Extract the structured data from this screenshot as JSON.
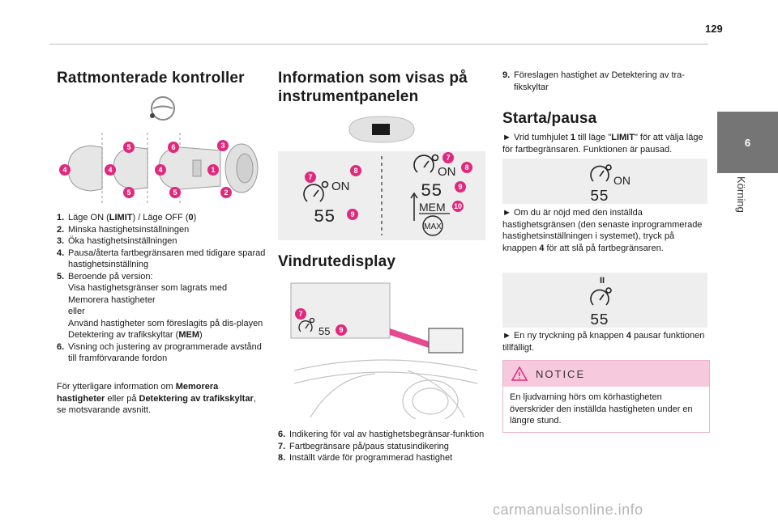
{
  "page": {
    "number": "129",
    "chapter_number": "6",
    "chapter_label": "Körning",
    "watermark": "carmanualsonline.info"
  },
  "col1": {
    "title": "Rattmonterade kontroller",
    "items": [
      {
        "num": "1.",
        "parts": [
          {
            "t": "Läge ON ("
          },
          {
            "t": "LIMIT",
            "b": true
          },
          {
            "t": ") / Läge OFF ("
          },
          {
            "t": "0",
            "b": true
          },
          {
            "t": ")"
          }
        ]
      },
      {
        "num": "2.",
        "parts": [
          {
            "t": "Minska hastighetsinställningen"
          }
        ]
      },
      {
        "num": "3.",
        "parts": [
          {
            "t": "Öka hastighetsinställningen"
          }
        ]
      },
      {
        "num": "4.",
        "parts": [
          {
            "t": "Pausa/återta fartbegränsaren med tidigare sparad hastighetsinställning"
          }
        ]
      },
      {
        "num": "5.",
        "parts": [
          {
            "t": "Beroende på version:"
          },
          {
            "br": true
          },
          {
            "t": "Visa hastighetsgränser som lagrats med Memorera hastigheter"
          },
          {
            "br": true
          },
          {
            "t": "eller"
          },
          {
            "br": true
          },
          {
            "t": "Använd hastigheter som föreslagits på dis-playen Detektering av trafikskyltar ("
          },
          {
            "t": "MEM",
            "b": true
          },
          {
            "t": ")"
          }
        ]
      },
      {
        "num": "6.",
        "parts": [
          {
            "t": "Visning och justering av programmerade avstånd till framförvarande fordon"
          }
        ]
      }
    ],
    "more_info": [
      {
        "t": "För ytterligare information om "
      },
      {
        "t": "Memorera hastigheter",
        "b": true
      },
      {
        "t": " eller på "
      },
      {
        "t": "Detektering av trafikskyltar",
        "b": true
      },
      {
        "t": ", se motsvarande avsnitt."
      }
    ],
    "controls_callouts": [
      "5",
      "6",
      "3",
      "4",
      "4",
      "4",
      "1",
      "5",
      "5",
      "2"
    ]
  },
  "col2": {
    "title": "Information som visas på instrumentpanelen",
    "panel": {
      "on": "ON",
      "speed": "55",
      "mem": "MEM",
      "max": "MAX",
      "callouts": [
        "7",
        "8",
        "9",
        "7",
        "8",
        "9",
        "10"
      ]
    },
    "windscreen_title": "Vindrutedisplay",
    "windscreen": {
      "speed": "55",
      "callouts": [
        "7",
        "9"
      ]
    },
    "items": [
      {
        "num": "6.",
        "parts": [
          {
            "t": "Indikering för val av hastighetsbegränsar-funktion"
          }
        ]
      },
      {
        "num": "7.",
        "parts": [
          {
            "t": "Fartbegränsare på/paus statusindikering"
          }
        ]
      },
      {
        "num": "8.",
        "parts": [
          {
            "t": "Inställt värde för programmerad hastighet"
          }
        ]
      }
    ]
  },
  "col3": {
    "item9": {
      "num": "9.",
      "parts": [
        {
          "t": "Föreslagen hastighet av Detektering av tra-fikskyltar"
        }
      ]
    },
    "title": "Starta/pausa",
    "step1": [
      {
        "t": "► Vrid tumhjulet "
      },
      {
        "t": "1",
        "b": true
      },
      {
        "t": " till läge \""
      },
      {
        "t": "LIMIT",
        "b": true
      },
      {
        "t": "\" för att välja läge för fartbegränsaren. Funktionen är pausad."
      }
    ],
    "illus1": {
      "on": "ON",
      "speed": "55"
    },
    "step2": [
      {
        "t": "► Om du är nöjd med den inställda hastighetsgränsen (den senaste inprogrammerade hastighetsinställningen i systemet), tryck på knappen "
      },
      {
        "t": "4",
        "b": true
      },
      {
        "t": " för att slå på fartbegränsaren."
      }
    ],
    "illus2": {
      "pause": "II",
      "speed": "55"
    },
    "step3": [
      {
        "t": "► En ny tryckning på knappen "
      },
      {
        "t": "4",
        "b": true
      },
      {
        "t": " pausar funktionen tillfälligt."
      }
    ],
    "notice": {
      "title": "NOTICE",
      "body": "En ljudvarning hörs om körhastigheten överskrider den inställda hastigheten under en längre stund."
    }
  }
}
